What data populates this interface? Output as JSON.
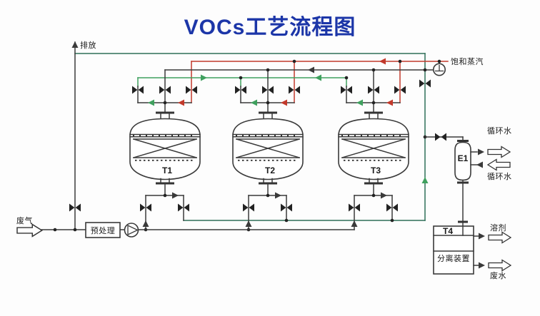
{
  "title": "VOCs工艺流程图",
  "labels": {
    "discharge": "排放",
    "saturated_steam": "饱和蒸汽",
    "waste_gas": "废气",
    "pretreatment": "预处理",
    "cooling_water_top": "循环水",
    "cooling_water_bottom": "循环水",
    "solvent": "溶剂",
    "waste_water": "废水"
  },
  "equipment": {
    "tanks": [
      {
        "id": "T1"
      },
      {
        "id": "T2"
      },
      {
        "id": "T3"
      }
    ],
    "condenser": {
      "id": "E1"
    },
    "separator": {
      "id": "T4",
      "label": "分离装置"
    }
  },
  "colors": {
    "title": "#1c36a8",
    "steam_line": "#c2392b",
    "vent_manifold_line": "#3fa05e",
    "recovery_line": "#2e6e58",
    "pipe": "#3a3a3a",
    "text": "#1a1a1a"
  }
}
